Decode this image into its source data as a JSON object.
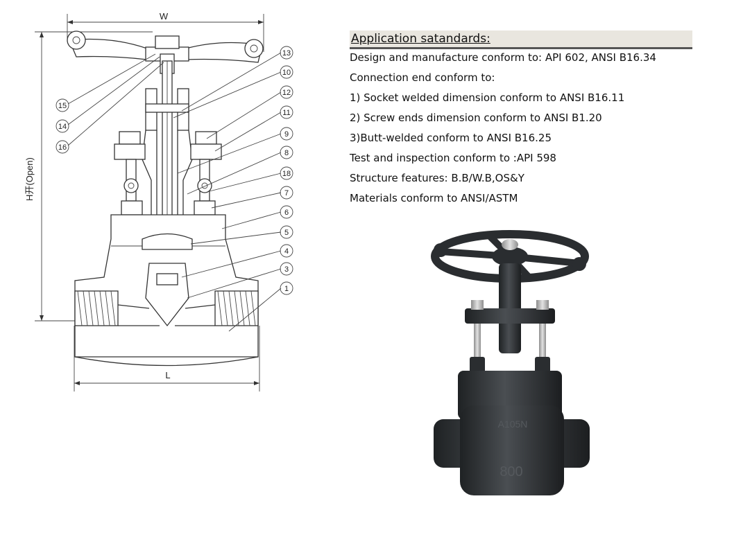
{
  "diagram": {
    "dimension_labels": {
      "width": "W",
      "height": "H开(Open)",
      "length": "L"
    },
    "callouts": [
      "13",
      "10",
      "12",
      "11",
      "9",
      "8",
      "18",
      "7",
      "6",
      "5",
      "4",
      "3",
      "1",
      "15",
      "14",
      "16"
    ]
  },
  "standards": {
    "heading": "Application satandards:",
    "lines": [
      "Design and manufacture conform to: API 602, ANSI B16.34",
      "Connection end conform to:",
      "1) Socket welded dimension conform to ANSI B16.11",
      "2) Screw ends dimension conform to ANSI B1.20",
      "3)Butt-welded conform to ANSI B16.25",
      "Test and inspection conform to :API 598",
      "Structure features: B.B/W.B,OS&Y",
      "Materials conform to ANSI/ASTM"
    ]
  },
  "photo": {
    "body_markings": [
      "A105N",
      "800"
    ],
    "colors": {
      "valve": "#2a2d30",
      "highlight": "#55595d",
      "bolts": "#b9b9b9"
    }
  }
}
